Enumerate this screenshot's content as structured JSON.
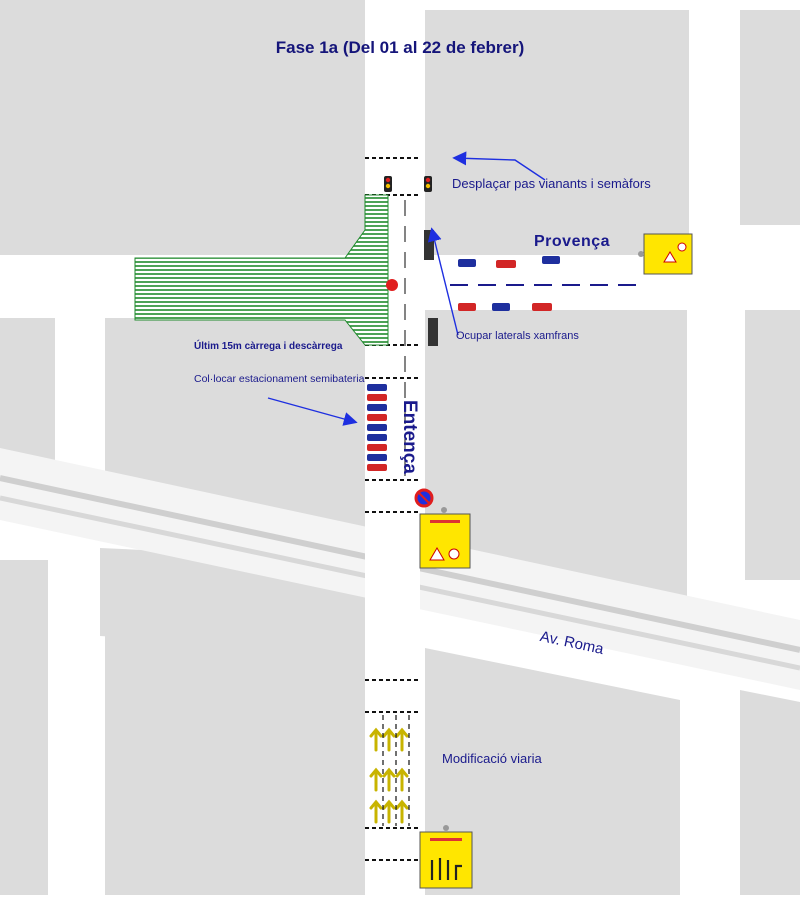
{
  "title": "Fase 1a (Del 01 al 22 de febrer)",
  "streets": {
    "provenca": "Provença",
    "entenca": "Entença",
    "av_roma": "Av. Roma"
  },
  "notes": {
    "move_crossing": "Desplaçar pas vianants i semàfors",
    "occupy_corners": "Ocupar laterals xamfrans",
    "loading_zone": "Últim 15m càrrega i descàrrega",
    "semi_battery": "Col·locar estacionament semibateria",
    "road_change": "Modificació viaria"
  },
  "colors": {
    "block": "#dcdcdc",
    "text": "#1a1a8c",
    "hatch": "#1f8a2c",
    "arrow": "#1e2fe0",
    "sign": "#ffe600"
  },
  "icons": [
    "traffic-light-icon",
    "no-parking-icon",
    "warning-sign-icon",
    "lane-arrow-icon",
    "car-icon"
  ]
}
